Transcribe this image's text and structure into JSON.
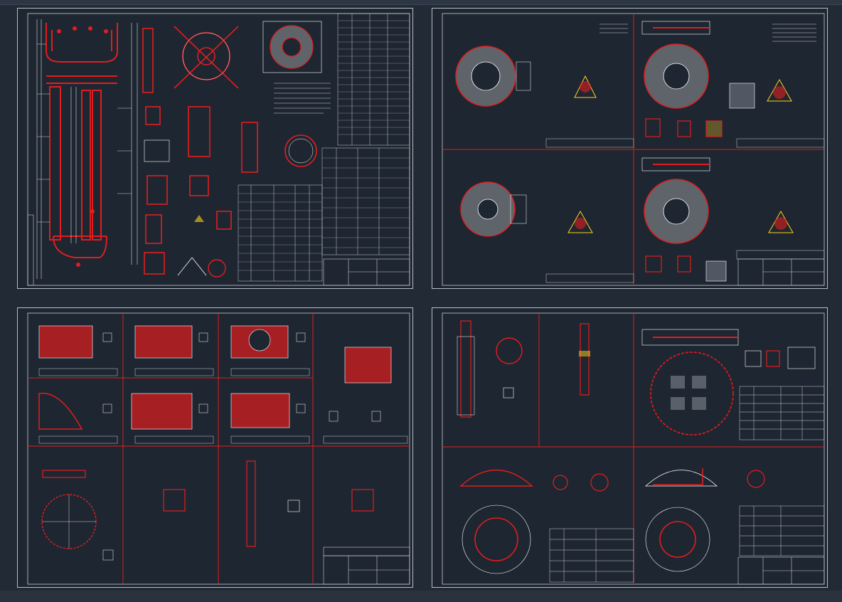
{
  "sheets": [
    {
      "id": "sheet-1",
      "kind": "vessel-assembly"
    },
    {
      "id": "sheet-2",
      "kind": "tube-sheet-details"
    },
    {
      "id": "sheet-3",
      "kind": "baffle-plate-details"
    },
    {
      "id": "sheet-4",
      "kind": "shell-and-head-details"
    }
  ],
  "colors": {
    "background": "#1e2631",
    "frame": "#c9ced6",
    "primary_line": "#e01e1e",
    "secondary_line": "#ffffff",
    "accent": "#ffd21e"
  }
}
